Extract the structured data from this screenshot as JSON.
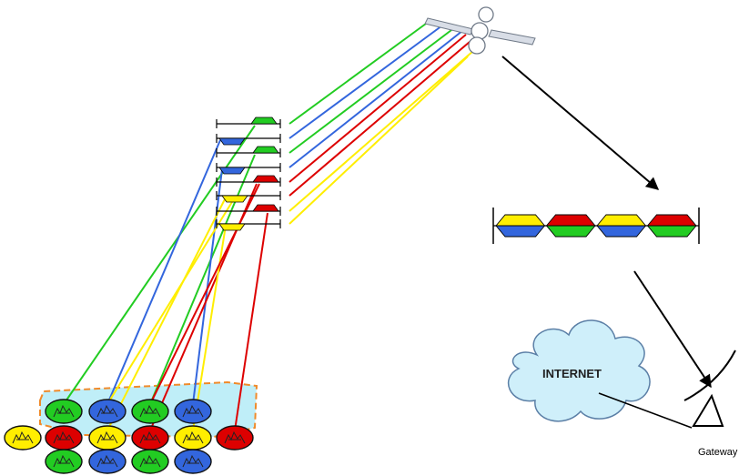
{
  "diagram": {
    "cloud_label": "INTERNET",
    "gateway_label": "Gateway",
    "colors": {
      "green": "#22cc22",
      "blue": "#3366dd",
      "yellow": "#ffee00",
      "red": "#dd0000",
      "cluster_fill": "#bfeef8",
      "cluster_border": "#f08a2a",
      "cloud_fill": "#cfeffa",
      "cloud_stroke": "#5b7fa6",
      "panel": "#d8dde6"
    },
    "terminal_rows": [
      [
        "green",
        "blue",
        "green",
        "blue"
      ],
      [
        "yellow",
        "red",
        "yellow",
        "red",
        "yellow",
        "red"
      ],
      [
        "green",
        "blue",
        "green",
        "blue"
      ]
    ],
    "uplink_slots": [
      "green",
      "blue",
      "green",
      "blue",
      "red",
      "yellow",
      "red",
      "yellow"
    ],
    "downlink_frame": [
      [
        "yellow",
        "blue"
      ],
      [
        "red",
        "green"
      ],
      [
        "yellow",
        "blue"
      ],
      [
        "red",
        "green"
      ]
    ],
    "icons": [
      "satellite-icon",
      "terminal-icon",
      "cloud-icon",
      "gateway-dish-icon"
    ]
  }
}
